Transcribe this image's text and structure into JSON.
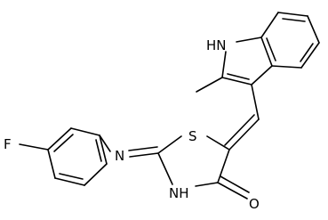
{
  "molecule": {
    "atoms": {
      "nh_indole": "HN",
      "fluorine": "F",
      "imine_n": "N",
      "sulfur": "S",
      "amide_nh": "NH",
      "oxygen": "O"
    }
  }
}
